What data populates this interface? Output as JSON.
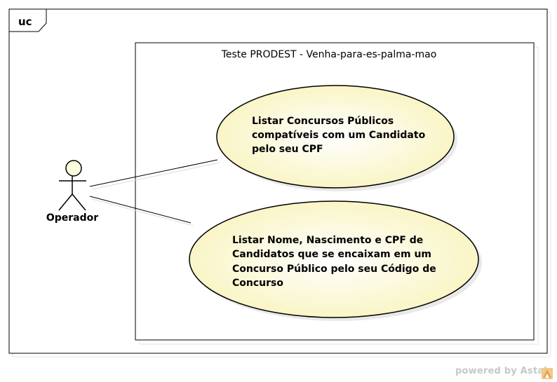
{
  "frame": {
    "label": "uc"
  },
  "system": {
    "title": "Teste PRODEST - Venha-para-es-palma-mao"
  },
  "actor": {
    "name": "Operador"
  },
  "use_cases": [
    {
      "lines": [
        "Listar Concursos Públicos",
        "compatíveis com um Candidato",
        "pelo seu CPF"
      ]
    },
    {
      "lines": [
        "Listar Nome, Nascimento e CPF de",
        "Candidatos que se encaixam em um",
        "Concurso Público pelo seu Código de",
        "Concurso"
      ]
    }
  ],
  "watermark": {
    "text": "powered by Astah"
  },
  "colors": {
    "usecase_fill_center": "#ffffff",
    "usecase_fill_edge": "#fbf7c6",
    "stroke": "#000000",
    "watermark": "#c7c7c7"
  }
}
